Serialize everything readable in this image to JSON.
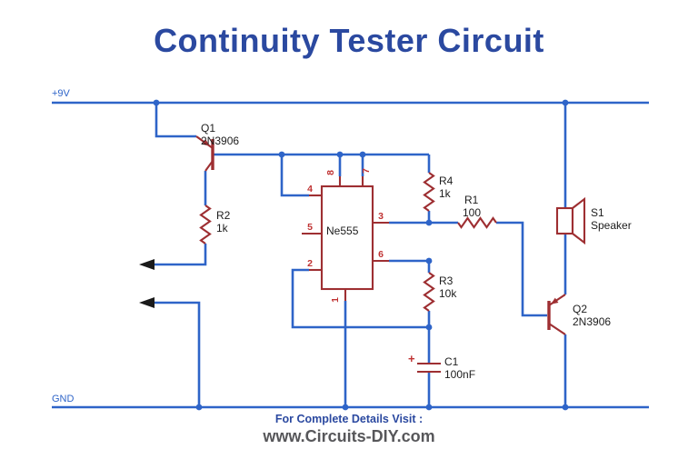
{
  "title": "Continuity Tester Circuit",
  "colors": {
    "title": "#2b49a0",
    "wire": "#2e64c8",
    "component": "#9e2f32",
    "pin": "#c03333",
    "label": "#1c1c1c",
    "footer": "#57575a"
  },
  "rails": {
    "vcc": "+9V",
    "gnd": "GND"
  },
  "ic": {
    "name": "Ne555",
    "pins": {
      "1": "1",
      "2": "2",
      "3": "3",
      "4": "4",
      "5": "5",
      "6": "6",
      "7": "7",
      "8": "8"
    }
  },
  "components": {
    "q1": {
      "ref": "Q1",
      "part": "2N3906"
    },
    "q2": {
      "ref": "Q2",
      "part": "2N3906"
    },
    "r1": {
      "ref": "R1",
      "value": "100"
    },
    "r2": {
      "ref": "R2",
      "value": "1k"
    },
    "r3": {
      "ref": "R3",
      "value": "10k"
    },
    "r4": {
      "ref": "R4",
      "value": "1k"
    },
    "c1": {
      "ref": "C1",
      "value": "100nF",
      "polarity": "+"
    },
    "s1": {
      "ref": "S1",
      "value": "Speaker"
    }
  },
  "footer": {
    "line1": "For Complete Details Visit :",
    "line2": "www.Circuits-DIY.com"
  }
}
